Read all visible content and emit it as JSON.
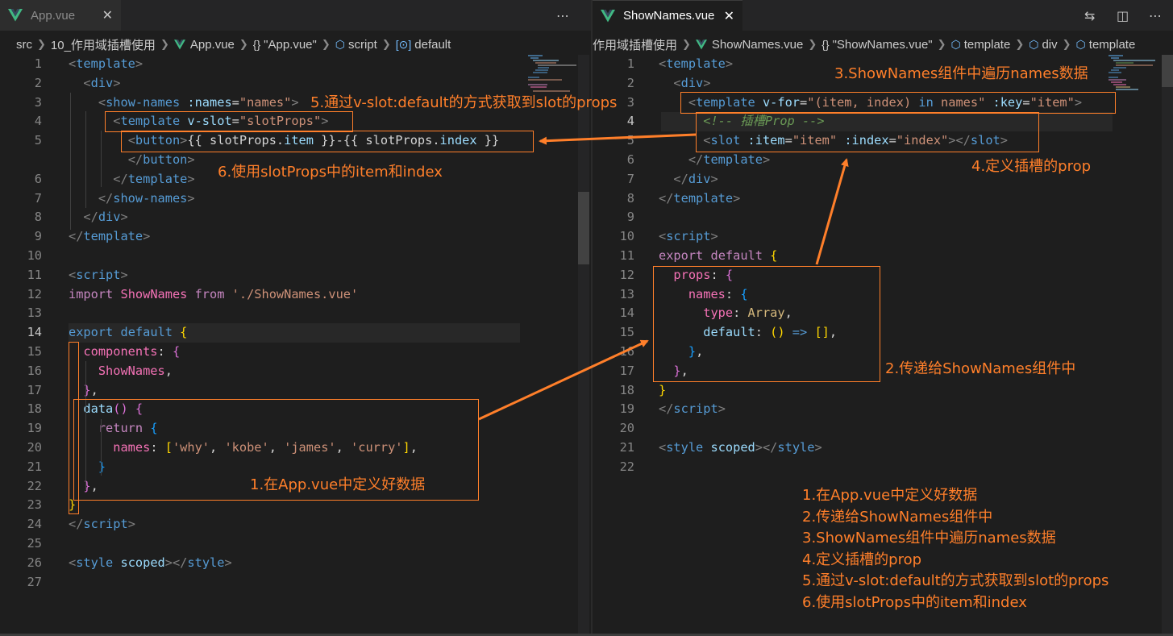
{
  "left": {
    "tab": {
      "label": "App.vue"
    },
    "breadcrumb": [
      "src",
      "10_作用域插槽使用",
      "App.vue",
      "\"App.vue\"",
      "script",
      "default"
    ]
  },
  "right": {
    "tab": {
      "label": "ShowNames.vue"
    },
    "breadcrumb": [
      "作用域插槽使用",
      "ShowNames.vue",
      "\"ShowNames.vue\"",
      "template",
      "div",
      "template"
    ]
  },
  "left_line_numbers": [
    "1",
    "2",
    "3",
    "4",
    "5",
    "",
    "6",
    "7",
    "8",
    "9",
    "10",
    "11",
    "12",
    "13",
    "14",
    "15",
    "16",
    "17",
    "18",
    "19",
    "20",
    "21",
    "22",
    "23",
    "24",
    "25",
    "26",
    "27"
  ],
  "right_line_numbers": [
    "1",
    "2",
    "3",
    "4",
    "5",
    "6",
    "7",
    "8",
    "9",
    "10",
    "11",
    "12",
    "13",
    "14",
    "15",
    "16",
    "17",
    "18",
    "19",
    "20",
    "21",
    "22"
  ],
  "left_code": [
    [
      [
        "t-punc",
        "<"
      ],
      [
        "t-tag",
        "template"
      ],
      [
        "t-punc",
        ">"
      ]
    ],
    [
      [
        "t-txt",
        "  "
      ],
      [
        "t-punc",
        "<"
      ],
      [
        "t-tag",
        "div"
      ],
      [
        "t-punc",
        ">"
      ]
    ],
    [
      [
        "t-txt",
        "    "
      ],
      [
        "t-punc",
        "<"
      ],
      [
        "t-tag",
        "show-names"
      ],
      [
        "t-txt",
        " "
      ],
      [
        "t-attr",
        ":names"
      ],
      [
        "t-txt",
        "="
      ],
      [
        "t-str",
        "\"names\""
      ],
      [
        "t-punc",
        ">"
      ]
    ],
    [
      [
        "t-txt",
        "      "
      ],
      [
        "t-punc",
        "<"
      ],
      [
        "t-tag",
        "template"
      ],
      [
        "t-txt",
        " "
      ],
      [
        "t-attr",
        "v-slot"
      ],
      [
        "t-txt",
        "="
      ],
      [
        "t-str",
        "\"slotProps\""
      ],
      [
        "t-punc",
        ">"
      ]
    ],
    [
      [
        "t-txt",
        "        "
      ],
      [
        "t-punc",
        "<"
      ],
      [
        "t-tag",
        "button"
      ],
      [
        "t-punc",
        ">"
      ],
      [
        "t-txt",
        "{{ slotProps."
      ],
      [
        "t-attr",
        "item"
      ],
      [
        "t-txt",
        " }}-{{ slotProps."
      ],
      [
        "t-attr",
        "index"
      ],
      [
        "t-txt",
        " }}"
      ]
    ],
    [
      [
        "t-txt",
        "        "
      ],
      [
        "t-punc",
        "</"
      ],
      [
        "t-tag",
        "button"
      ],
      [
        "t-punc",
        ">"
      ]
    ],
    [
      [
        "t-txt",
        "      "
      ],
      [
        "t-punc",
        "</"
      ],
      [
        "t-tag",
        "template"
      ],
      [
        "t-punc",
        ">"
      ]
    ],
    [
      [
        "t-txt",
        "    "
      ],
      [
        "t-punc",
        "</"
      ],
      [
        "t-tag",
        "show-names"
      ],
      [
        "t-punc",
        ">"
      ]
    ],
    [
      [
        "t-txt",
        "  "
      ],
      [
        "t-punc",
        "</"
      ],
      [
        "t-tag",
        "div"
      ],
      [
        "t-punc",
        ">"
      ]
    ],
    [
      [
        "t-punc",
        "</"
      ],
      [
        "t-tag",
        "template"
      ],
      [
        "t-punc",
        ">"
      ]
    ],
    [],
    [
      [
        "t-punc",
        "<"
      ],
      [
        "t-tag",
        "script"
      ],
      [
        "t-punc",
        ">"
      ]
    ],
    [
      [
        "t-kw",
        "import"
      ],
      [
        "t-txt",
        " "
      ],
      [
        "t-pink",
        "ShowNames"
      ],
      [
        "t-txt",
        " "
      ],
      [
        "t-kw",
        "from"
      ],
      [
        "t-txt",
        " "
      ],
      [
        "t-str",
        "'./ShowNames.vue'"
      ]
    ],
    [],
    [
      [
        "t-kw2",
        "export"
      ],
      [
        "t-txt",
        " "
      ],
      [
        "t-kw2",
        "default"
      ],
      [
        "t-txt",
        " "
      ],
      [
        "t-br",
        "{"
      ]
    ],
    [
      [
        "t-txt",
        "  "
      ],
      [
        "t-pink",
        "components"
      ],
      [
        "t-txt",
        ": "
      ],
      [
        "t-br2",
        "{"
      ]
    ],
    [
      [
        "t-txt",
        "    "
      ],
      [
        "t-pink",
        "ShowNames"
      ],
      [
        "t-txt",
        ","
      ]
    ],
    [
      [
        "t-txt",
        "  "
      ],
      [
        "t-br2",
        "}"
      ],
      [
        "t-txt",
        ","
      ]
    ],
    [
      [
        "t-txt",
        "  "
      ],
      [
        "t-attr",
        "data"
      ],
      [
        "t-br2",
        "()"
      ],
      [
        "t-txt",
        " "
      ],
      [
        "t-br2",
        "{"
      ]
    ],
    [
      [
        "t-txt",
        "    "
      ],
      [
        "t-kw",
        "return"
      ],
      [
        "t-txt",
        " "
      ],
      [
        "t-br3",
        "{"
      ]
    ],
    [
      [
        "t-txt",
        "      "
      ],
      [
        "t-pink",
        "names"
      ],
      [
        "t-txt",
        ": "
      ],
      [
        "t-br",
        "["
      ],
      [
        "t-str",
        "'why'"
      ],
      [
        "t-txt",
        ", "
      ],
      [
        "t-str",
        "'kobe'"
      ],
      [
        "t-txt",
        ", "
      ],
      [
        "t-str",
        "'james'"
      ],
      [
        "t-txt",
        ", "
      ],
      [
        "t-str",
        "'curry'"
      ],
      [
        "t-br",
        "]"
      ],
      [
        "t-txt",
        ","
      ]
    ],
    [
      [
        "t-txt",
        "    "
      ],
      [
        "t-br3",
        "}"
      ]
    ],
    [
      [
        "t-txt",
        "  "
      ],
      [
        "t-br2",
        "}"
      ],
      [
        "t-txt",
        ","
      ]
    ],
    [
      [
        "t-br",
        "}"
      ]
    ],
    [
      [
        "t-punc",
        "</"
      ],
      [
        "t-tag",
        "script"
      ],
      [
        "t-punc",
        ">"
      ]
    ],
    [],
    [
      [
        "t-punc",
        "<"
      ],
      [
        "t-tag",
        "style"
      ],
      [
        "t-txt",
        " "
      ],
      [
        "t-attr",
        "scoped"
      ],
      [
        "t-punc",
        "></"
      ],
      [
        "t-tag",
        "style"
      ],
      [
        "t-punc",
        ">"
      ]
    ],
    []
  ],
  "right_code": [
    [
      [
        "t-punc",
        "<"
      ],
      [
        "t-tag",
        "template"
      ],
      [
        "t-punc",
        ">"
      ]
    ],
    [
      [
        "t-txt",
        "  "
      ],
      [
        "t-punc",
        "<"
      ],
      [
        "t-tag",
        "div"
      ],
      [
        "t-punc",
        ">"
      ]
    ],
    [
      [
        "t-txt",
        "    "
      ],
      [
        "t-punc",
        "<"
      ],
      [
        "t-tag",
        "template"
      ],
      [
        "t-txt",
        " "
      ],
      [
        "t-attr",
        "v-for"
      ],
      [
        "t-txt",
        "="
      ],
      [
        "t-str",
        "\"(item, index) "
      ],
      [
        "t-kw2",
        "in"
      ],
      [
        "t-str",
        " names\""
      ],
      [
        "t-txt",
        " "
      ],
      [
        "t-attr",
        ":key"
      ],
      [
        "t-txt",
        "="
      ],
      [
        "t-str",
        "\"item\""
      ],
      [
        "t-punc",
        ">"
      ]
    ],
    [
      [
        "t-txt",
        "      "
      ],
      [
        "t-cmt",
        "<!-- 插槽Prop -->"
      ]
    ],
    [
      [
        "t-txt",
        "      "
      ],
      [
        "t-punc",
        "<"
      ],
      [
        "t-tag",
        "slot"
      ],
      [
        "t-txt",
        " "
      ],
      [
        "t-attr",
        ":item"
      ],
      [
        "t-txt",
        "="
      ],
      [
        "t-str",
        "\"item\""
      ],
      [
        "t-txt",
        " "
      ],
      [
        "t-attr",
        ":index"
      ],
      [
        "t-txt",
        "="
      ],
      [
        "t-str",
        "\"index\""
      ],
      [
        "t-punc",
        "></"
      ],
      [
        "t-tag",
        "slot"
      ],
      [
        "t-punc",
        ">"
      ]
    ],
    [
      [
        "t-txt",
        "    "
      ],
      [
        "t-punc",
        "</"
      ],
      [
        "t-tag",
        "template"
      ],
      [
        "t-punc",
        ">"
      ]
    ],
    [
      [
        "t-txt",
        "  "
      ],
      [
        "t-punc",
        "</"
      ],
      [
        "t-tag",
        "div"
      ],
      [
        "t-punc",
        ">"
      ]
    ],
    [
      [
        "t-punc",
        "</"
      ],
      [
        "t-tag",
        "template"
      ],
      [
        "t-punc",
        ">"
      ]
    ],
    [],
    [
      [
        "t-punc",
        "<"
      ],
      [
        "t-tag",
        "script"
      ],
      [
        "t-punc",
        ">"
      ]
    ],
    [
      [
        "t-kw",
        "export"
      ],
      [
        "t-txt",
        " "
      ],
      [
        "t-kw",
        "default"
      ],
      [
        "t-txt",
        " "
      ],
      [
        "t-br",
        "{"
      ]
    ],
    [
      [
        "t-txt",
        "  "
      ],
      [
        "t-pink",
        "props"
      ],
      [
        "t-txt",
        ": "
      ],
      [
        "t-br2",
        "{"
      ]
    ],
    [
      [
        "t-txt",
        "    "
      ],
      [
        "t-pink",
        "names"
      ],
      [
        "t-txt",
        ": "
      ],
      [
        "t-br3",
        "{"
      ]
    ],
    [
      [
        "t-txt",
        "      "
      ],
      [
        "t-pink",
        "type"
      ],
      [
        "t-txt",
        ": "
      ],
      [
        "t-ylw",
        "Array"
      ],
      [
        "t-txt",
        ","
      ]
    ],
    [
      [
        "t-txt",
        "      "
      ],
      [
        "t-attr",
        "default"
      ],
      [
        "t-txt",
        ": "
      ],
      [
        "t-br",
        "()"
      ],
      [
        "t-txt",
        " "
      ],
      [
        "t-kw2",
        "=>"
      ],
      [
        "t-txt",
        " "
      ],
      [
        "t-br",
        "[]"
      ],
      [
        "t-txt",
        ","
      ]
    ],
    [
      [
        "t-txt",
        "    "
      ],
      [
        "t-br3",
        "}"
      ],
      [
        "t-txt",
        ","
      ]
    ],
    [
      [
        "t-txt",
        "  "
      ],
      [
        "t-br2",
        "}"
      ],
      [
        "t-txt",
        ","
      ]
    ],
    [
      [
        "t-br",
        "}"
      ]
    ],
    [
      [
        "t-punc",
        "</"
      ],
      [
        "t-tag",
        "script"
      ],
      [
        "t-punc",
        ">"
      ]
    ],
    [],
    [
      [
        "t-punc",
        "<"
      ],
      [
        "t-tag",
        "style"
      ],
      [
        "t-txt",
        " "
      ],
      [
        "t-attr",
        "scoped"
      ],
      [
        "t-punc",
        "></"
      ],
      [
        "t-tag",
        "style"
      ],
      [
        "t-punc",
        ">"
      ]
    ],
    []
  ],
  "annotations": {
    "a1": "1.在App.vue中定义好数据",
    "a2": "2.传递给ShowNames组件中",
    "a3": "3.ShowNames组件中遍历names数据",
    "a4": "4.定义插槽的prop",
    "a5": "5.通过v-slot:default的方式获取到slot的props",
    "a6": "6.使用slotProps中的item和index"
  },
  "summary": [
    "1.在App.vue中定义好数据",
    "2.传递给ShowNames组件中",
    "3.ShowNames组件中遍历names数据",
    "4.定义插槽的prop",
    "5.通过v-slot:default的方式获取到slot的props",
    "6.使用slotProps中的item和index"
  ],
  "icons": {
    "left_more": "ellipsis-icon",
    "right_toolbar": [
      "compare-changes-icon",
      "split-editor-icon",
      "ellipsis-icon"
    ]
  },
  "colors": {
    "accent": "#ff7f2a",
    "vue_green": "#41b883",
    "editor_bg": "#1e1e1e"
  }
}
